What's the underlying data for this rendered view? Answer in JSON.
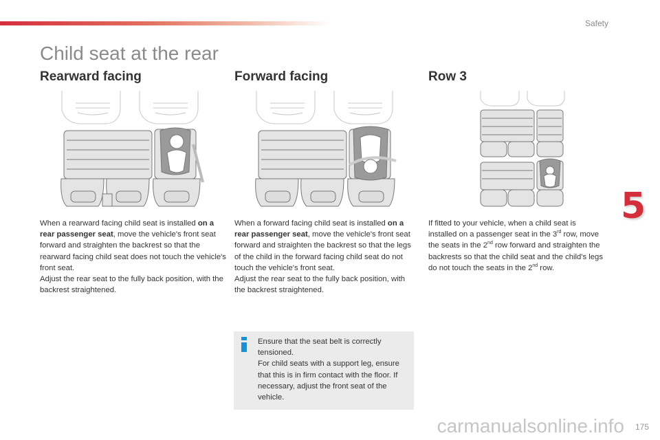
{
  "header": {
    "section": "Safety"
  },
  "title": "Child seat at the rear",
  "columns": [
    {
      "heading": "Rearward facing",
      "intro": "When a rearward facing child seat is installed ",
      "bold": "on a rear passenger seat",
      "rest": ", move the vehicle's front seat forward and straighten the backrest so that the rearward facing child seat does not touch the vehicle's front seat.",
      "para2": "Adjust the rear seat to the fully back position, with the backrest straightened."
    },
    {
      "heading": "Forward facing",
      "intro": "When a forward facing child seat is installed ",
      "bold": "on a rear passenger seat",
      "rest": ", move the vehicle's front seat forward and straighten the backrest so that the legs of the child in the forward facing child seat do not touch the vehicle's front seat.",
      "para2": "Adjust the rear seat to the fully back position, with the backrest straightened."
    },
    {
      "heading": "Row 3",
      "t1": "If fitted to your vehicle, when a child seat is installed on a passenger seat in the 3",
      "s1": "rd",
      "t2": " row, move the seats in the 2",
      "s2": "nd",
      "t3": " row forward and straighten the backrests so that the child seat and the child's legs do not touch the seats in the 2",
      "s3": "nd",
      "t4": " row."
    }
  ],
  "info": {
    "icon": "info-icon",
    "line1": "Ensure that the seat belt is correctly tensioned.",
    "line2": "For child seats with a support leg, ensure that this is in firm contact with the floor. If necessary, adjust the front seat of the vehicle."
  },
  "chapter": "5",
  "page_number": "175",
  "watermark": "carmanualsonline.info",
  "colors": {
    "accent": "#d42e3c",
    "info_blue": "#1e8fd0",
    "info_bg": "#ebebeb"
  }
}
